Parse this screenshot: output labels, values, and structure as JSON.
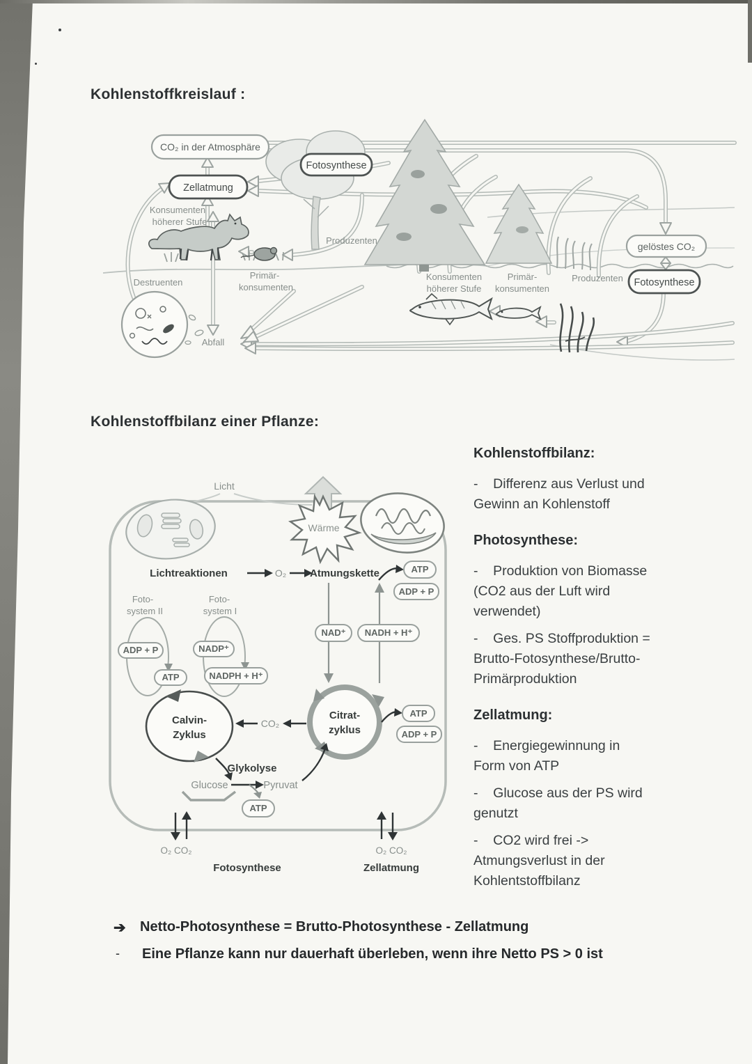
{
  "colors": {
    "paper": "#f7f7f3",
    "ink": "#2c3032",
    "diagram_gray": "#9aa19e",
    "label_gray": "#878e8b"
  },
  "page": {
    "title_cycle": "Kohlenstoffkreislauf :",
    "title_balance": "Kohlenstoffbilanz einer Pflanze:"
  },
  "cycle": {
    "co2_atm": "CO₂ in der Atmosphäre",
    "fotosynthese": "Fotosynthese",
    "zellatmung": "Zellatmung",
    "konsumenten1": "Konsumenten",
    "konsumenten2": "höherer Stufe",
    "produzenten": "Produzenten",
    "destruenten": "Destruenten",
    "primaer1": "Primär-",
    "primaer2": "konsumenten",
    "abfall": "Abfall",
    "geloest": "gelöstes CO₂"
  },
  "plant": {
    "licht": "Licht",
    "waerme": "Wärme",
    "lichtreaktionen": "Lichtreaktionen",
    "o2": "O₂",
    "atmungskette": "Atmungskette",
    "atp": "ATP",
    "adp": "ADP + P",
    "foto": "Foto-",
    "system2": "system II",
    "system1": "system I",
    "nadp": "NADP⁺",
    "nadph": "NADPH + H⁺",
    "nad": "NAD⁺",
    "nadh": "NADH + H⁺",
    "calvin1": "Calvin-",
    "calvin2": "Zyklus",
    "co2": "CO₂",
    "citrat1": "Citrat-",
    "citrat2": "zyklus",
    "glykolyse": "Glykolyse",
    "glucose": "Glucose",
    "pyruvat": "Pyruvat",
    "o2co2": "O₂ CO₂",
    "fotosynthese": "Fotosynthese",
    "zellatmung": "Zellatmung"
  },
  "notes": {
    "h1": "Kohlenstoffbilanz:",
    "g1": [
      "-    Differenz aus Verlust und",
      "Gewinn an Kohlenstoff"
    ],
    "h2": "Photosynthese:",
    "g2a": [
      "-    Produktion von Biomasse",
      "(CO2 aus der Luft wird",
      "verwendet)"
    ],
    "g2b": [
      "-    Ges. PS Stoffproduktion =",
      "Brutto-Fotosynthese/Brutto-",
      "Primärproduktion"
    ],
    "h3": "Zellatmung:",
    "g3a": [
      "-    Energiegewinnung in",
      "Form von ATP"
    ],
    "g3b": [
      "-    Glucose aus der PS wird",
      "genutzt"
    ],
    "g3c": [
      "-    CO2 wird frei ->",
      "Atmungsverlust in der",
      "Kohlentstoffbilanz"
    ]
  },
  "footer": {
    "arrow": "➔",
    "line1": "Netto-Photosynthese = Brutto-Photosynthese - Zellatmung",
    "dash": "-",
    "line2": "Eine Pflanze kann nur dauerhaft überleben, wenn ihre Netto PS > 0 ist"
  }
}
